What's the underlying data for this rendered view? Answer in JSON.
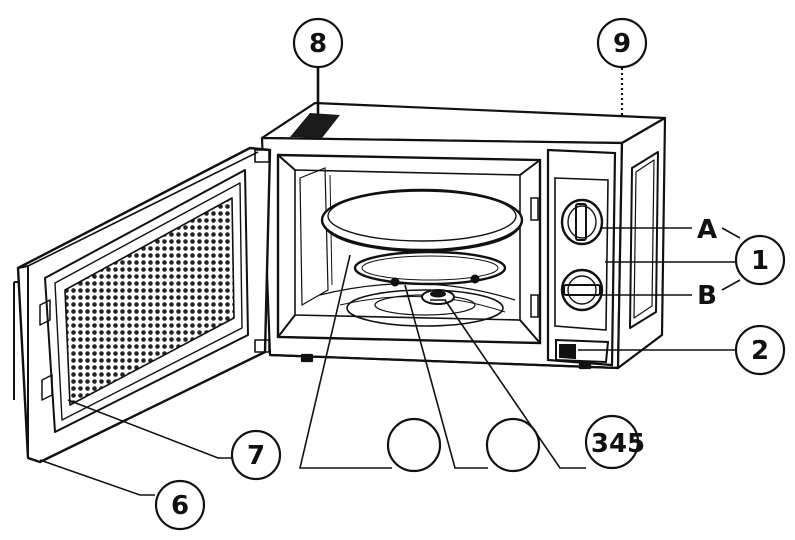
{
  "diagram": {
    "callouts": {
      "c1": "1",
      "c2": "2",
      "c345": "345",
      "c6": "6",
      "c7": "7",
      "c8": "8",
      "c9": "9",
      "a": "A",
      "b": "B"
    },
    "colors": {
      "stroke": "#111111",
      "fill_dark": "#1a1a1a",
      "background": "#ffffff"
    }
  }
}
